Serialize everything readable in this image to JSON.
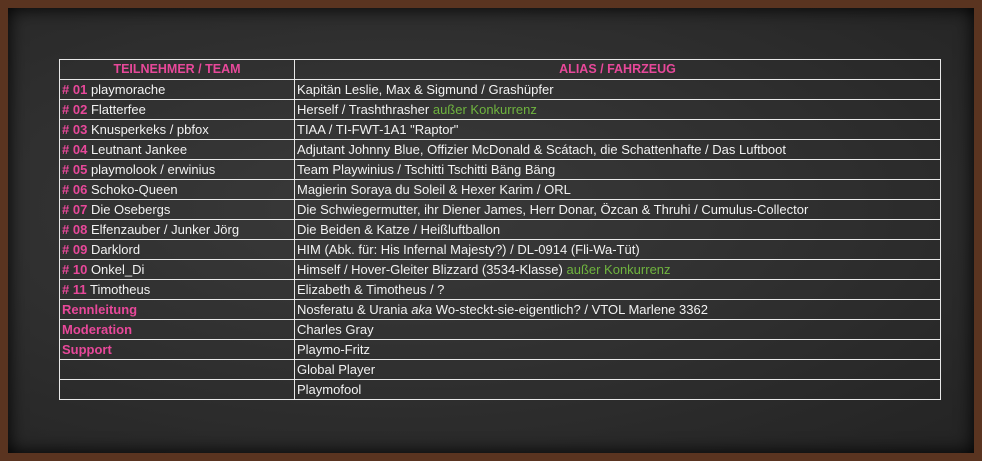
{
  "headers": {
    "team": "TEILNEHMER / TEAM",
    "alias": "ALIAS / FAHRZEUG"
  },
  "rows": [
    {
      "num": "# 01",
      "name": "playmorache",
      "alias": "Kapitän Leslie, Max & Sigmund / Grashüpfer"
    },
    {
      "num": "# 02",
      "name": "Flatterfee",
      "alias": "Herself / Trashthrasher",
      "note": "außer Konkurrenz"
    },
    {
      "num": "# 03",
      "name": "Knusperkeks / pbfox",
      "alias": "TIAA / TI-FWT-1A1 \"Raptor\""
    },
    {
      "num": "# 04",
      "name": "Leutnant Jankee",
      "alias": "Adjutant Johnny Blue, Offizier McDonald & Scátach, die Schattenhafte / Das Luftboot"
    },
    {
      "num": "# 05",
      "name": "playmolook / erwinius",
      "alias": "Team Playwinius / Tschitti Tschitti Bäng Bäng"
    },
    {
      "num": "# 06",
      "name": "Schoko-Queen",
      "alias": "Magierin Soraya du Soleil & Hexer Karim / ORL"
    },
    {
      "num": "# 07",
      "name": "Die Osebergs",
      "alias": "Die Schwiegermutter, ihr Diener James, Herr Donar, Özcan & Thruhi / Cumulus-Collector"
    },
    {
      "num": "# 08",
      "name": "Elfenzauber / Junker Jörg",
      "alias": "Die Beiden & Katze / Heißluftballon"
    },
    {
      "num": "# 09",
      "name": "Darklord",
      "alias": "HIM (Abk. für: His Infernal Majesty?) / DL-0914 (Fli-Wa-Tüt)"
    },
    {
      "num": "# 10",
      "name": "Onkel_Di",
      "alias": "Himself / Hover-Gleiter Blizzard (3534-Klasse)",
      "note": "außer Konkurrenz"
    },
    {
      "num": "# 11",
      "name": "Timotheus",
      "alias": "Elizabeth & Timotheus / ?"
    },
    {
      "role": "Rennleitung",
      "alias": "Nosferatu & Urania",
      "aka": "aka",
      "alias2": "Wo-steckt-sie-eigentlich? / VTOL Marlene 3362"
    },
    {
      "role": "Moderation",
      "alias": "Charles Gray"
    },
    {
      "role": "Support",
      "alias": "Playmo-Fritz"
    },
    {
      "alias": "Global Player"
    },
    {
      "alias": "Playmofool"
    }
  ],
  "colors": {
    "pink": "#e8489a",
    "green": "#6fb43f"
  }
}
